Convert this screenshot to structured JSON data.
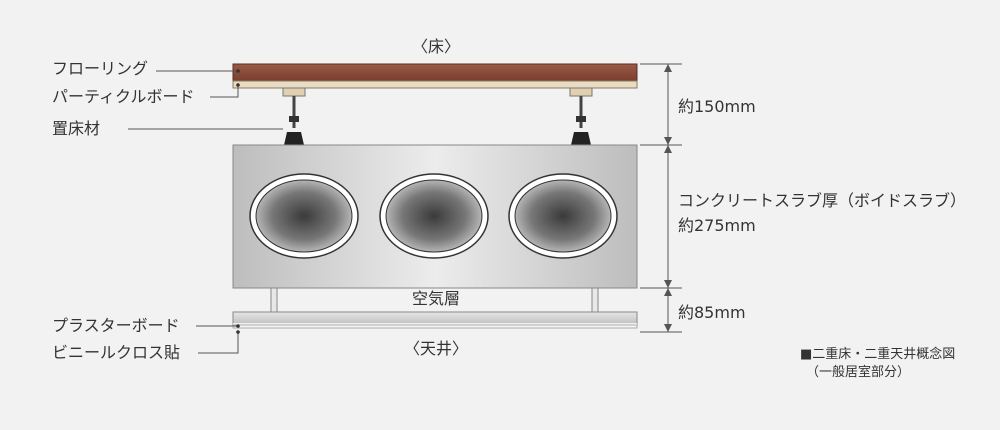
{
  "labels": {
    "floor_title": "〈床〉",
    "ceiling_title": "〈天井〉",
    "flooring": "フローリング",
    "particle_board": "パーティクルボード",
    "floor_support": "置床材",
    "plaster_board": "プラスターボード",
    "vinyl_cloth": "ビニールクロス貼",
    "air_layer": "空気層"
  },
  "dimensions": {
    "floor_height": "約150mm",
    "slab_title": "コンクリートスラブ厚（ボイドスラブ）",
    "slab_thickness": "約275mm",
    "ceiling_space": "約85mm"
  },
  "caption": {
    "line1": "■二重床・二重天井概念図",
    "line2": "（一般居室部分）"
  },
  "colors": {
    "flooring": "#8a4a38",
    "particle_board": "#e8dcc4",
    "slab": "#d4d4d4",
    "line": "#555555",
    "background": "#f2f2f2"
  }
}
